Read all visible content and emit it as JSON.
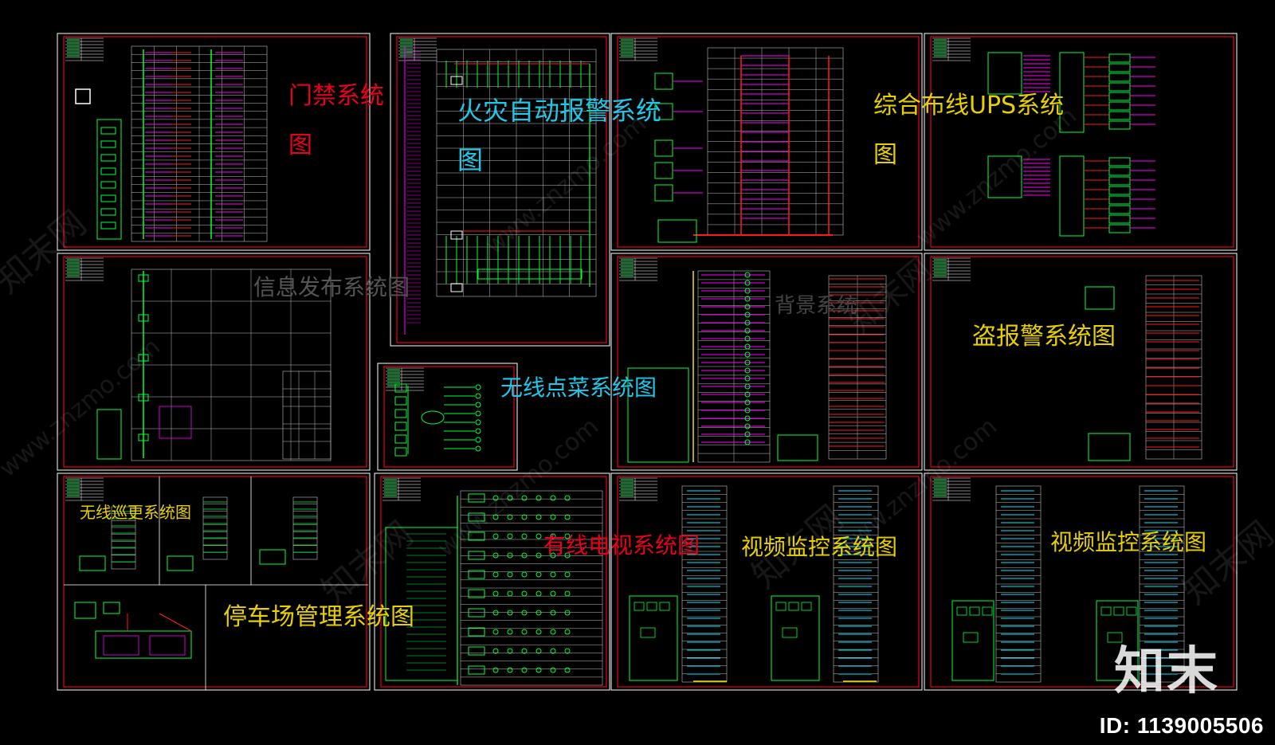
{
  "sheets": [
    {
      "key": "access",
      "title_lines": [
        "门禁系统",
        "图"
      ],
      "color": "#e8001c"
    },
    {
      "key": "fire",
      "title_lines": [
        "火灾自动报警系统",
        "图"
      ],
      "color": "#1ec8e8"
    },
    {
      "key": "cabling",
      "title_lines": [
        "综合布线UPS系统",
        "图"
      ],
      "color": "#e8d000"
    },
    {
      "key": "info",
      "title_lines": [
        "信息发布系统图"
      ],
      "color": "#555555"
    },
    {
      "key": "wireless_order",
      "title_lines": [
        "无线点菜系统图"
      ],
      "color": "#1ec8e8"
    },
    {
      "key": "bg_music",
      "title_lines": [
        "背景系统"
      ],
      "color": "#444444"
    },
    {
      "key": "burglar",
      "title_lines": [
        "盗报警系统图"
      ],
      "color": "#e8d000"
    },
    {
      "key": "patrol",
      "title_lines": [
        "无线巡更系统图"
      ],
      "color": "#e8d000"
    },
    {
      "key": "parking",
      "title_lines": [
        "停车场管理系统图"
      ],
      "color": "#e8d000"
    },
    {
      "key": "catv",
      "title_lines": [
        "有线电视系统图"
      ],
      "color": "#e8001c"
    },
    {
      "key": "cctv1",
      "title_lines": [
        "视频监控系统图"
      ],
      "color": "#e8d000"
    },
    {
      "key": "cctv2",
      "title_lines": [
        "视频监控系统图"
      ],
      "color": "#e8d000"
    }
  ],
  "watermark": {
    "brand": "知末网",
    "site": "www.znzmo.com"
  },
  "logo": {
    "text": "知末"
  },
  "image_id": "ID: 1139005506",
  "colors": {
    "frame": "#e8001c",
    "border": "#ffffff",
    "green": "#00ff3c",
    "magenta": "#ff00ff",
    "cyan": "#00e8ff",
    "red": "#ff1a1a",
    "yellow": "#f5e000",
    "grid": "#bfbfbf"
  }
}
